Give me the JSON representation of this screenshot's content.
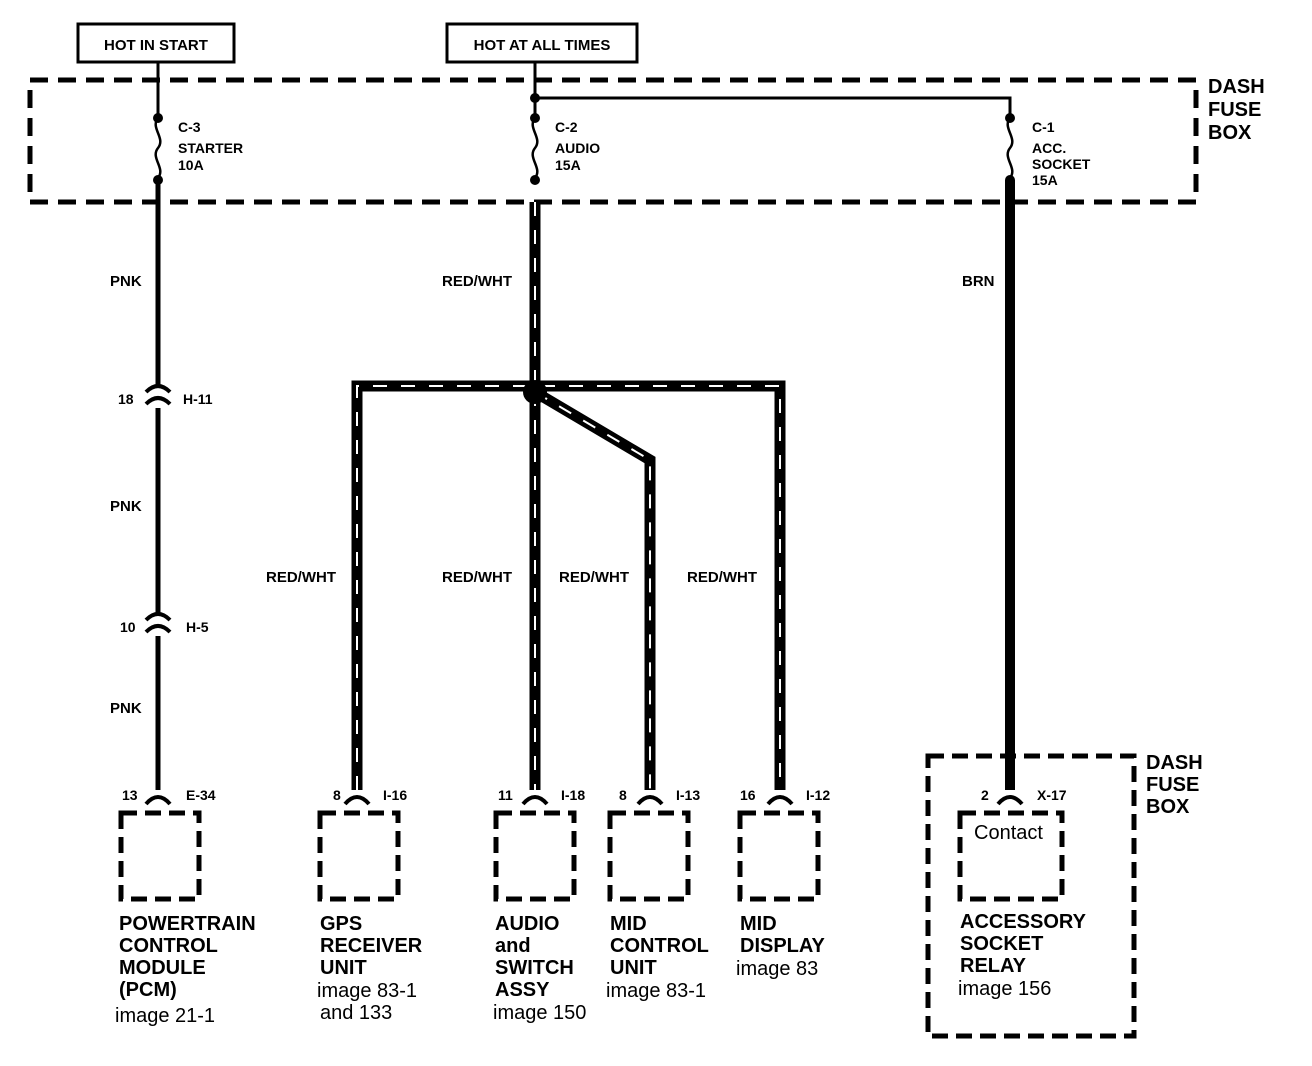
{
  "power": {
    "hot_in_start": "HOT IN START",
    "hot_at_all_times": "HOT AT ALL TIMES"
  },
  "fuse_box": {
    "line1": "DASH",
    "line2": "FUSE",
    "line3": "BOX"
  },
  "fuses": [
    {
      "id": "C-3",
      "name": "STARTER",
      "rating": "10A"
    },
    {
      "id": "C-2",
      "name": "AUDIO",
      "rating": "15A"
    },
    {
      "id": "C-1",
      "name": "ACC.",
      "name2": "SOCKET",
      "rating": "15A"
    }
  ],
  "wires": {
    "pnk": "PNK",
    "red_wht": "RED/WHT",
    "brn": "BRN"
  },
  "inline_connectors": [
    {
      "pin": "18",
      "id": "H-11"
    },
    {
      "pin": "10",
      "id": "H-5"
    }
  ],
  "components": [
    {
      "pin": "13",
      "connector": "E-34",
      "lines": [
        "POWERTRAIN",
        "CONTROL",
        "MODULE",
        "(PCM)"
      ],
      "ref": [
        "image 21-1"
      ]
    },
    {
      "pin": "8",
      "connector": "I-16",
      "lines": [
        "GPS",
        "RECEIVER",
        "UNIT"
      ],
      "ref": [
        "image 83-1",
        "and 133"
      ]
    },
    {
      "pin": "11",
      "connector": "I-18",
      "lines": [
        "AUDIO",
        "and",
        "SWITCH",
        "ASSY"
      ],
      "ref": [
        "image 150"
      ]
    },
    {
      "pin": "8",
      "connector": "I-13",
      "lines": [
        "MID",
        "CONTROL",
        "UNIT"
      ],
      "ref": [
        "image 83-1"
      ]
    },
    {
      "pin": "16",
      "connector": "I-12",
      "lines": [
        "MID",
        "DISPLAY"
      ],
      "ref": [
        "image 83"
      ]
    },
    {
      "pin": "2",
      "connector": "X-17",
      "inner": "Contact",
      "lines": [
        "ACCESSORY",
        "SOCKET",
        "RELAY"
      ],
      "ref": [
        "image 156"
      ]
    }
  ]
}
